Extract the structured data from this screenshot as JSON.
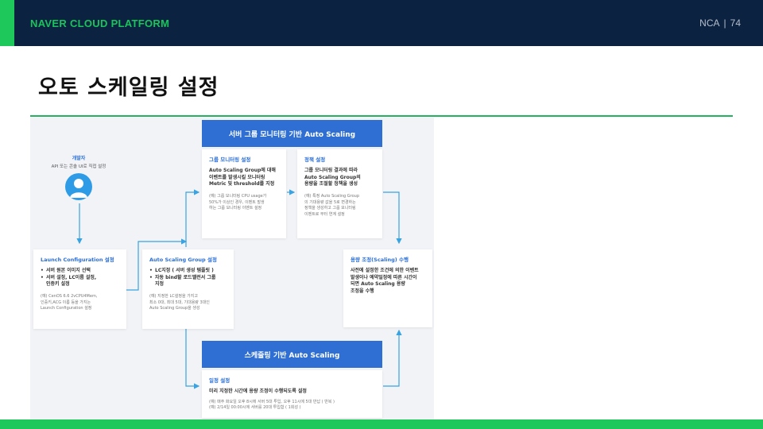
{
  "header": {
    "brand": "NAVER CLOUD PLATFORM",
    "course": "NCA",
    "page_number": "74"
  },
  "slide": {
    "title": "오토 스케일링 설정"
  },
  "diagram": {
    "developer": {
      "title": "개발자",
      "subtitle": "API 또는 콘솔 UI로 직접 설정"
    },
    "monitoring_header": "서버 그룹 모니터링 기반 Auto Scaling",
    "schedule_header": "스케줄링 기반 Auto Scaling",
    "launch_config": {
      "title": "Launch Configuration 설정",
      "bullets": [
        "서버 원본 이미지 선택",
        "서버 설정, LC이름 설정,",
        "인증키 설정"
      ],
      "note": [
        "(예) CenOS 6.6 2vCPU4Mem,",
        "인증키,ACG 이름 등을 가지는",
        "Launch Configuration 설정"
      ]
    },
    "asg": {
      "title": "Auto Scaling Group 설정",
      "bullets": [
        "LC지정 ( 서버 생성 템플릿 )",
        "자동 bind할 로드밸런서 그룹",
        "지정"
      ],
      "note": [
        "(예) 지정한 LC설정을 가지고",
        "최소 0대, 최대 5대, 기대용량 3대인",
        "Auto Scaling Group을 생성"
      ]
    },
    "group_monitoring": {
      "title": "그룹 모니터링 설정",
      "desc": [
        "Auto Scaling Group에 대해",
        "이벤트를 발생시킬 모니터링",
        "Metric 및 threshold를 지정"
      ],
      "note": [
        "(예) 그룹 모니터링 CPU usage가",
        "50%가 이상인 경우, 이벤트 발생",
        "하는 그룹 모니터링 이벤트 설정"
      ]
    },
    "policy": {
      "title": "정책 설정",
      "desc": [
        "그룹 모니터링 결과에 따라",
        "Auto Scaling Group의",
        "용량을 조절할 정책을 생성"
      ],
      "note": [
        "(예) 특정 Auto Scaling Group",
        "의 기대용량 값을 5로 변경하는",
        "정책을 생성하고 그룹 모니터링",
        "이벤트로 부터 연계 설정"
      ]
    },
    "scaling": {
      "title": "용량 조정(Scaling) 수행",
      "desc": [
        "사전에 설정한 조건에 의한 이벤트",
        "발생이나 예약일정에 따른 시간이",
        "되면 Auto Scaling 용량",
        "조정을 수행"
      ]
    },
    "schedule": {
      "title": "일정 설정",
      "desc": "미리 지정한 시간에 용량 조정이 수행되도록 설정",
      "note": [
        "(예) 매주 화요일 오후 8시에 서버 5대 투입, 오후 11시에 5대 반납 ( 반복 )",
        "(예) 2/14일 00:00시에 서버를 20대 투입함 ( 1회성 )"
      ]
    }
  },
  "colors": {
    "navy": "#0b2240",
    "green": "#1ec85a",
    "blue": "#2f6fd3",
    "arrow": "#3aa3e0"
  }
}
